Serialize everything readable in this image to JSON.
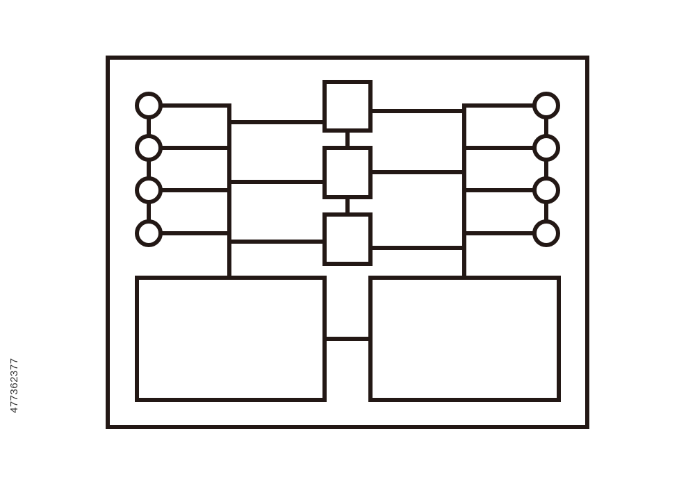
{
  "diagram": {
    "stroke_color": "#231815",
    "background_color": "#ffffff",
    "description_elements": {
      "outer_frame": "rectangle",
      "left_nodes": "circle",
      "right_nodes": "circle",
      "center_blocks": "square",
      "bottom_panels": "rectangle"
    }
  },
  "watermark": {
    "stock_id": "477362377"
  }
}
